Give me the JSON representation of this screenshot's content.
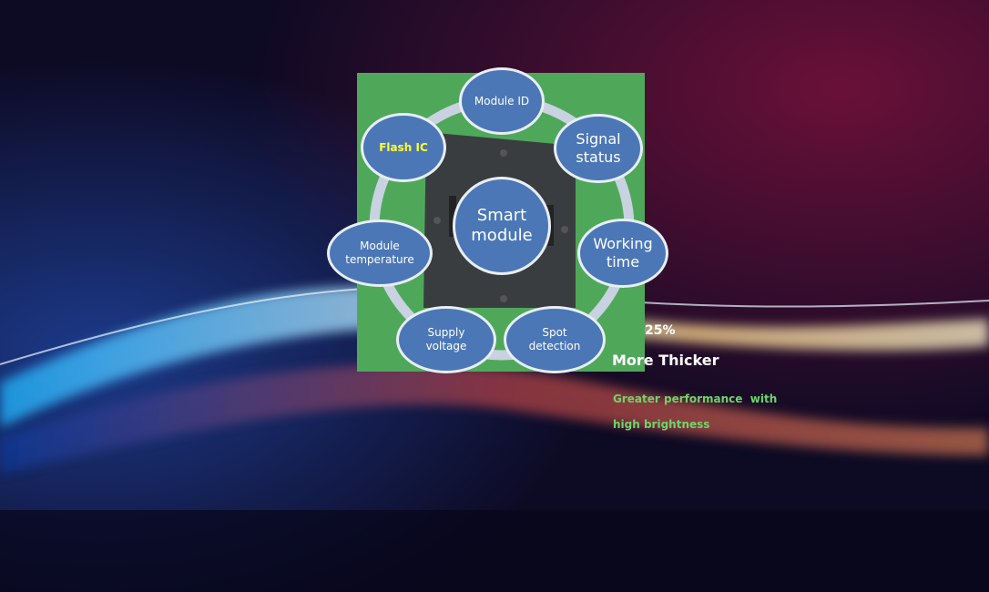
{
  "diagram": {
    "center": "Smart module",
    "nodes": {
      "module_id": "Module ID",
      "flash_ic": "Flash IC",
      "signal_status": "Signal status",
      "module_temperature": "Module temperature",
      "working_time": "Working time",
      "supply_voltage": "Supply voltage",
      "spot_detection": "Spot detection"
    }
  },
  "feature": {
    "percent": "25%",
    "headline": "More Thicker",
    "description_line1": "Greater performance  with",
    "description_line2": "high brightness"
  },
  "colors": {
    "green": "#4fa85a",
    "node": "#4b77b7",
    "highlight": "#ffff33",
    "desc": "#6fd46a"
  }
}
